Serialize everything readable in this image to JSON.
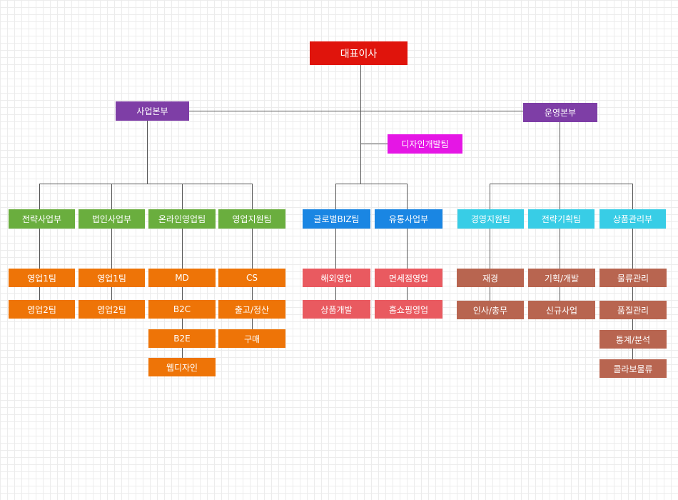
{
  "colors": {
    "ceo": "#e0140c",
    "division": "#7e3ea6",
    "design_team": "#e516e5",
    "business_teams": "#6aae3e",
    "center_teams": "#1a86e3",
    "operations_teams": "#38cde6",
    "business_units": "#ee7407",
    "center_units": "#e95a60",
    "operations_units": "#b86550",
    "connector": "#555555"
  },
  "ceo": "대표이사",
  "design_team": "디자인개발팀",
  "business_division": {
    "label": "사업본부",
    "teams": [
      {
        "label": "전략사업부",
        "units": [
          "영업1팀",
          "영업2팀"
        ]
      },
      {
        "label": "법인사업부",
        "units": [
          "영업1팀",
          "영업2팀"
        ]
      },
      {
        "label": "온라인영업팀",
        "units": [
          "MD",
          "B2C",
          "B2E",
          "웹디자인"
        ]
      },
      {
        "label": "영업지원팀",
        "units": [
          "CS",
          "출고/정산",
          "구매"
        ]
      }
    ]
  },
  "center_teams": [
    {
      "label": "글로벌BIZ팀",
      "units": [
        "해외영업",
        "상품개발"
      ]
    },
    {
      "label": "유통사업부",
      "units": [
        "면세점영업",
        "홈쇼핑영업"
      ]
    }
  ],
  "operations_division": {
    "label": "운영본부",
    "teams": [
      {
        "label": "경영지원팀",
        "units": [
          "재경",
          "인사/총무"
        ]
      },
      {
        "label": "전략기획팀",
        "units": [
          "기획/개발",
          "신규사업"
        ]
      },
      {
        "label": "상품관리부",
        "units": [
          "물류관리",
          "품질관리",
          "통계/분석",
          "콜라보물류"
        ]
      }
    ]
  }
}
